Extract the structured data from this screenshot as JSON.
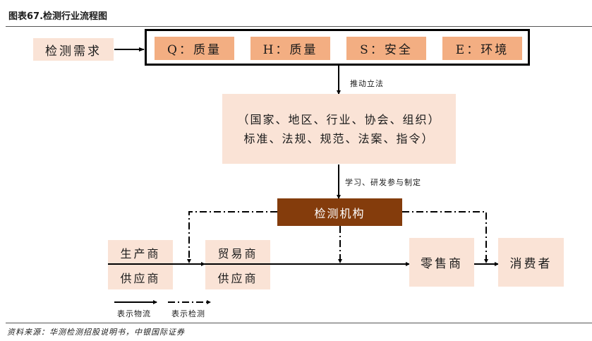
{
  "title": "图表67.检测行业流程图",
  "demand": "检测需求",
  "qhse": [
    {
      "label": "Q：质量"
    },
    {
      "label": "H：质量"
    },
    {
      "label": "S：安全"
    },
    {
      "label": "E：环境"
    }
  ],
  "arrow_labels": {
    "push_legislation": "推动立法",
    "learn_participate": "学习、研发参与制定"
  },
  "standards": {
    "line1": "（国家、地区、行业、协会、组织）",
    "line2": "标准、法规、规范、法案、指令）"
  },
  "agency": "检测机构",
  "chain": {
    "producer": {
      "top": "生产商",
      "bottom": "供应商"
    },
    "trader": {
      "top": "贸易商",
      "bottom": "供应商"
    },
    "retailer": "零售商",
    "consumer": "消费者"
  },
  "legend": {
    "solid": "表示物流",
    "dashdot": "表示检测"
  },
  "source": "资料来源：华测检测招股说明书，中银国际证券",
  "colors": {
    "light_box": "#fae3d6",
    "orange_box": "#f3ae82",
    "agency_box": "#843c0c"
  }
}
